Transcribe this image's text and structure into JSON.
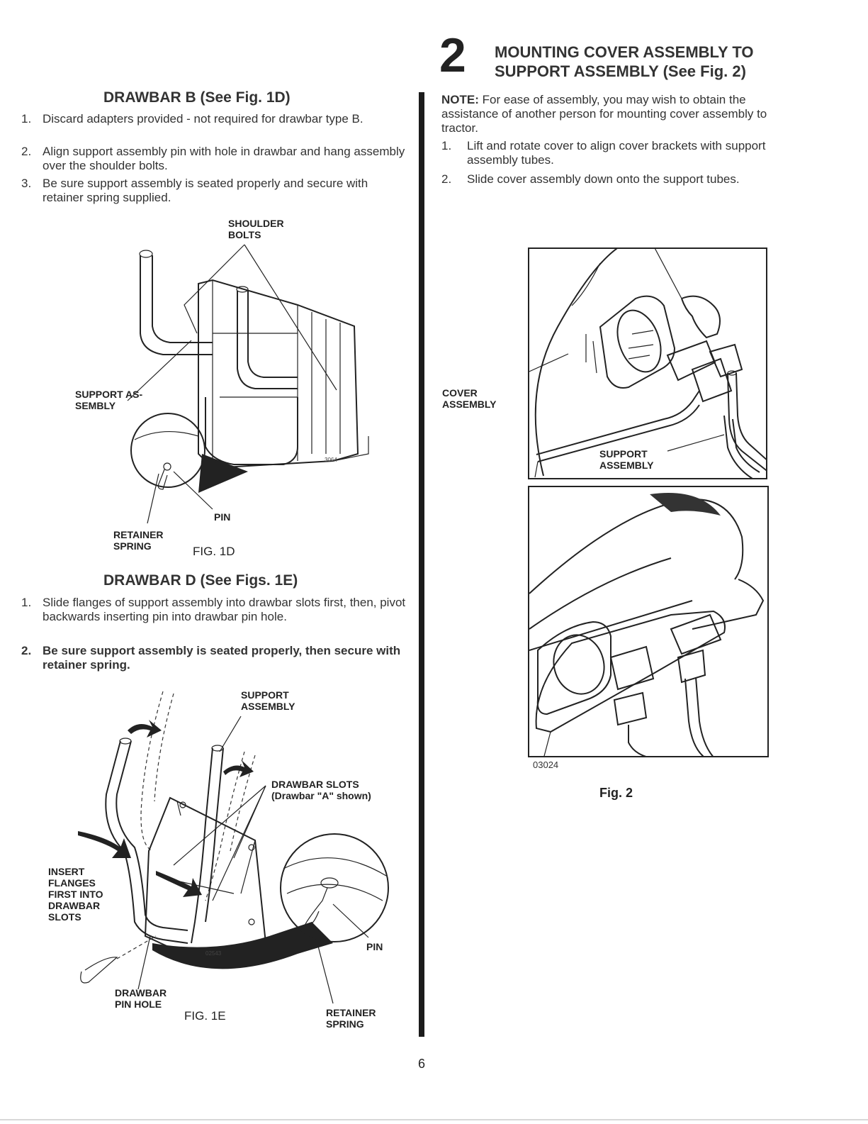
{
  "left": {
    "drawbar_b": {
      "heading": "DRAWBAR B (See Fig. 1D)",
      "steps": [
        {
          "num": "1.",
          "text": "Discard adapters provided - not required for drawbar type B."
        },
        {
          "num": "2.",
          "text": "Align support assembly pin with hole in drawbar and hang assembly over the shoulder bolts."
        },
        {
          "num": "3.",
          "text": "Be sure support assembly is seated properly and secure with retainer spring supplied."
        }
      ]
    },
    "fig1d": {
      "callouts": {
        "shoulder_bolts_1": "SHOULDER",
        "shoulder_bolts_2": "BOLTS",
        "support_assembly_1": "SUPPORT AS-",
        "support_assembly_2": "SEMBLY",
        "pin": "PIN",
        "retainer_spring_1": "RETAINER",
        "retainer_spring_2": "SPRING",
        "part_no": "3064"
      },
      "caption": "FIG. 1D"
    },
    "drawbar_d": {
      "heading": "DRAWBAR D (See Figs. 1E)",
      "steps": [
        {
          "num": "1.",
          "text": "Slide flanges of support assembly into drawbar slots first, then, pivot backwards inserting pin into drawbar pin hole."
        },
        {
          "num": "2.",
          "text": "Be sure support assembly is seated properly, then secure with retainer spring."
        }
      ]
    },
    "fig1e": {
      "callouts": {
        "support_assembly_1": "SUPPORT",
        "support_assembly_2": "ASSEMBLY",
        "drawbar_slots_1": "DRAWBAR SLOTS",
        "drawbar_slots_2": "(Drawbar \"A\" shown)",
        "insert_1": "INSERT",
        "insert_2": "FLANGES",
        "insert_3": "FIRST INTO",
        "insert_4": "DRAWBAR",
        "insert_5": "SLOTS",
        "pin": "PIN",
        "pin_hole_1": "DRAWBAR",
        "pin_hole_2": "PIN HOLE",
        "retainer_spring_1": "RETAINER",
        "retainer_spring_2": "SPRING",
        "part_no": "02543"
      },
      "caption": "FIG. 1E"
    }
  },
  "right": {
    "step_number": "2",
    "heading_line1": "MOUNTING COVER ASSEMBLY TO",
    "heading_line2": "SUPPORT ASSEMBLY (See Fig. 2)",
    "note_label": "NOTE:",
    "note_text": "For ease of assembly, you may wish to obtain the assistance of another person for mounting cover assembly to tractor.",
    "steps": [
      {
        "num": "1.",
        "text": "Lift and rotate cover to align cover brackets with support assembly tubes."
      },
      {
        "num": "2.",
        "text": "Slide cover assembly down onto the support tubes."
      }
    ],
    "fig2": {
      "callouts": {
        "cover_assembly_1": "COVER",
        "cover_assembly_2": "ASSEMBLY",
        "support_assembly_1": "SUPPORT",
        "support_assembly_2": "ASSEMBLY"
      },
      "part_no": "03024",
      "caption": "Fig. 2"
    }
  },
  "page_number": "6"
}
